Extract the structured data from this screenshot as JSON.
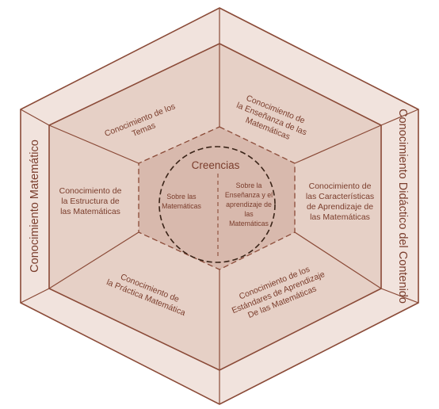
{
  "diagram": {
    "colors": {
      "outer_fill": "#f1e3dd",
      "ring_fill": "#e6d0c6",
      "inner_fill": "#d8b9ad",
      "stroke": "#8a4a37",
      "text": "#7a3d2c"
    },
    "side_labels": {
      "left": "Conocimiento Matemático",
      "right": "Conocimiento Didáctico del Contenido"
    },
    "segments": {
      "top_left": [
        "Conocimiento de los",
        "Temas"
      ],
      "top_right": [
        "Conocimiento de",
        "la Enseñanza  de las",
        "Matemáticas"
      ],
      "left": [
        "Conocimiento de",
        "la Estructura de",
        "las Matemáticas"
      ],
      "right": [
        "Conocimiento de",
        "las Características",
        "de Aprendizaje de",
        "las Matemáticas"
      ],
      "bottom_left": [
        "Conocimiento de",
        "la Práctica Matemática"
      ],
      "bottom_right": [
        "Conocimiento de los",
        "Estándares de Aprendizaje",
        "De las Matemáticas"
      ]
    },
    "center": {
      "title": "Creencias",
      "left": [
        "Sobre las",
        "Matemáticas"
      ],
      "right": [
        "Sobre la",
        "Enseñanza y el",
        "aprendizaje de",
        "las",
        "Matemáticas"
      ]
    }
  }
}
